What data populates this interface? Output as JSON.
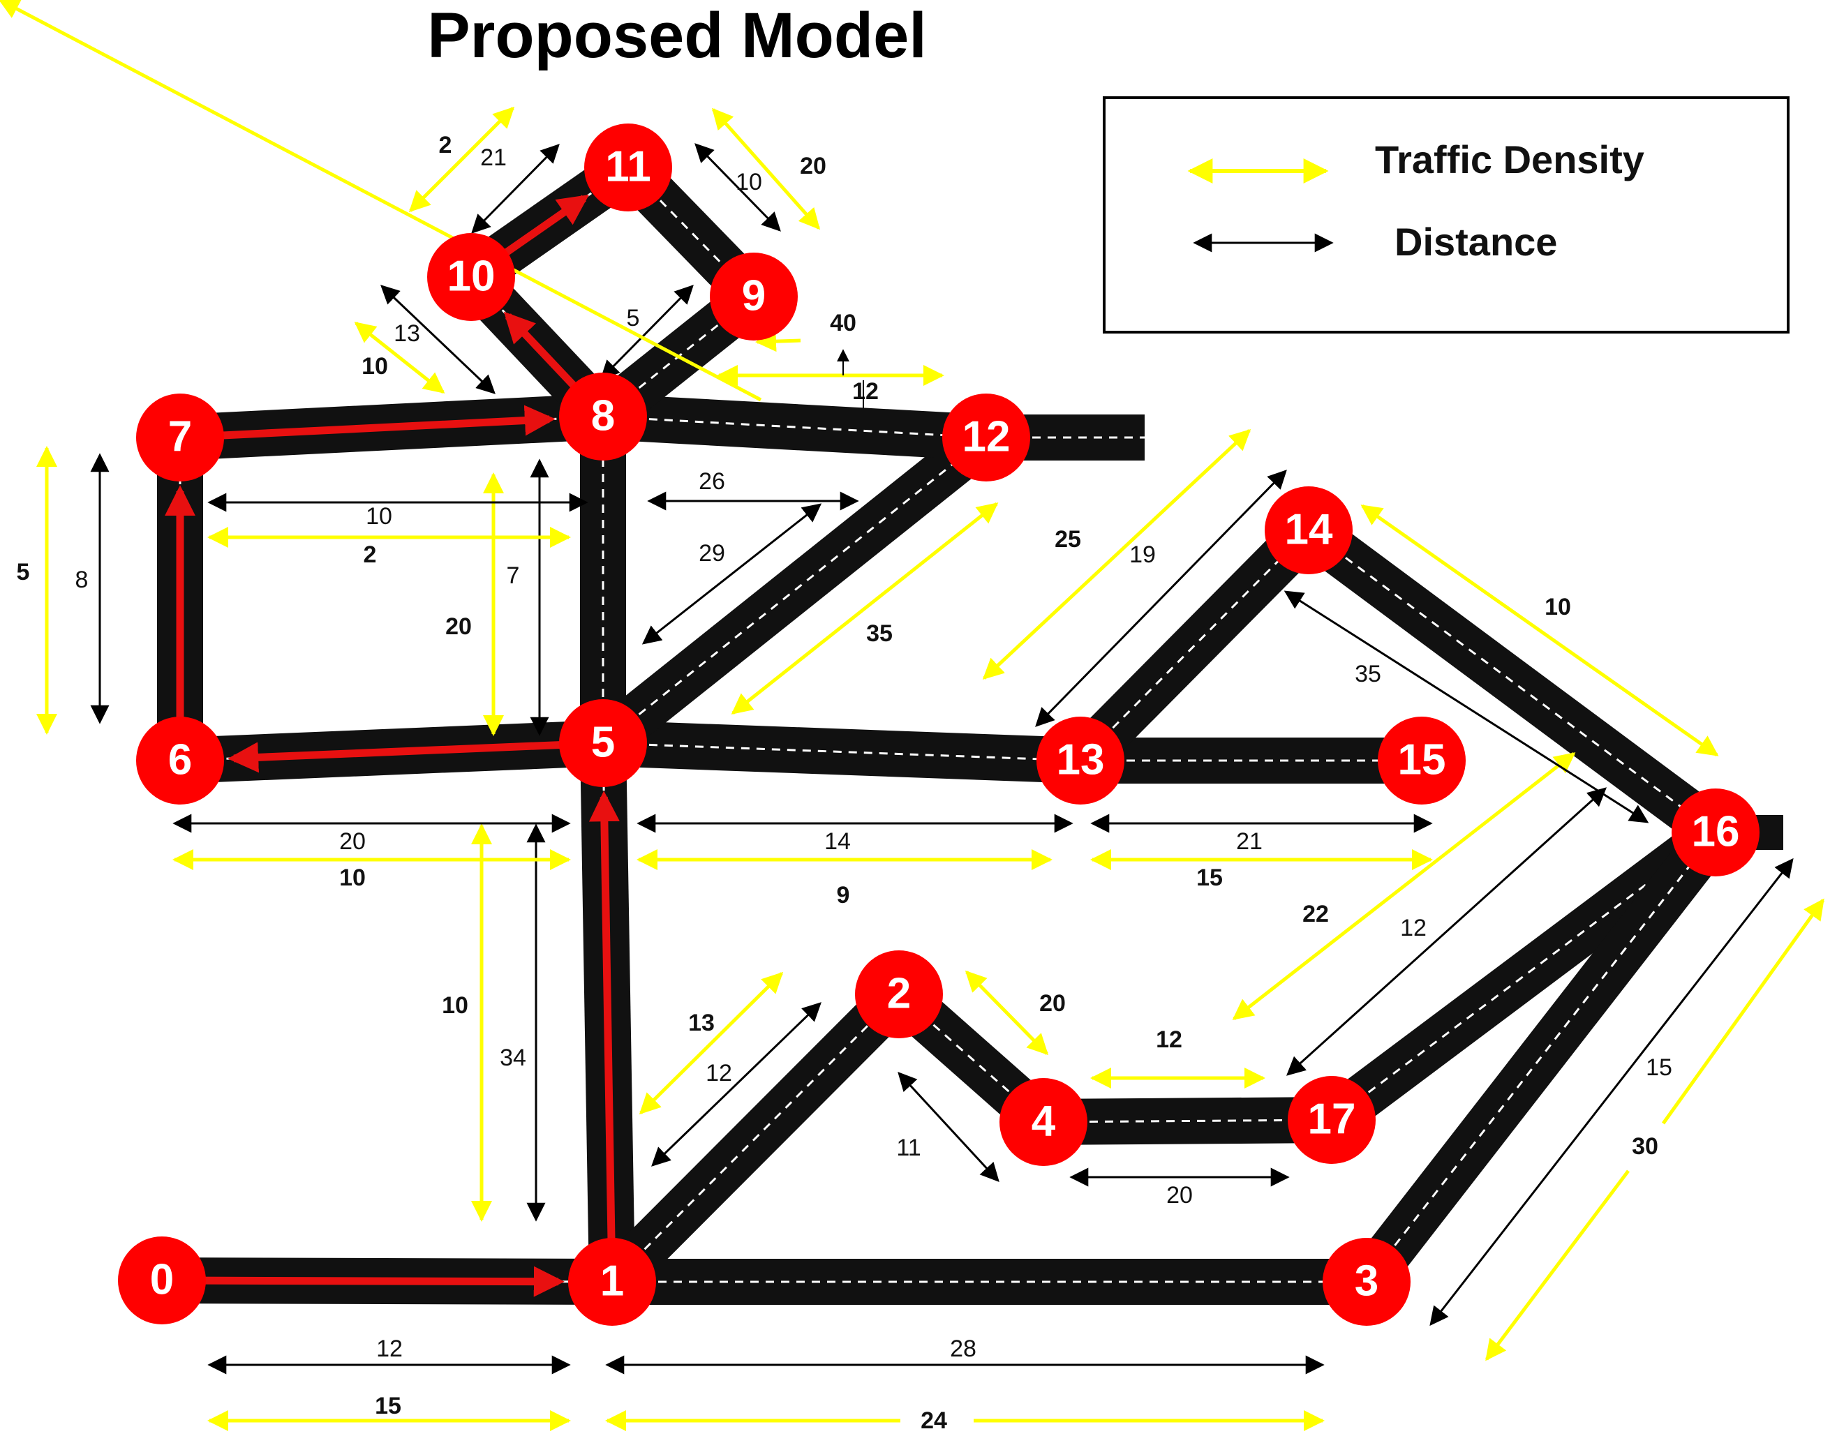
{
  "title": "Proposed Model",
  "legend": {
    "density_label": "Traffic Density",
    "distance_label": "Distance"
  },
  "colors": {
    "node": "#ff0000",
    "road": "#111111",
    "lane": "#ffffff",
    "route": "#e81010",
    "density": "#ffff00",
    "distance": "#000000"
  },
  "nodes": [
    {
      "id": "0",
      "label": "0"
    },
    {
      "id": "1",
      "label": "1"
    },
    {
      "id": "2",
      "label": "2"
    },
    {
      "id": "3",
      "label": "3"
    },
    {
      "id": "4",
      "label": "4"
    },
    {
      "id": "5",
      "label": "5"
    },
    {
      "id": "6",
      "label": "6"
    },
    {
      "id": "7",
      "label": "7"
    },
    {
      "id": "8",
      "label": "8"
    },
    {
      "id": "9",
      "label": "9"
    },
    {
      "id": "10",
      "label": "10"
    },
    {
      "id": "11",
      "label": "11"
    },
    {
      "id": "12",
      "label": "12"
    },
    {
      "id": "13",
      "label": "13"
    },
    {
      "id": "14",
      "label": "14"
    },
    {
      "id": "15",
      "label": "15"
    },
    {
      "id": "16",
      "label": "16"
    },
    {
      "id": "17",
      "label": "17"
    }
  ],
  "roads": [
    {
      "from": "0",
      "to": "1",
      "distance": "12",
      "density": "15"
    },
    {
      "from": "1",
      "to": "3",
      "distance": "28",
      "density": "24"
    },
    {
      "from": "1",
      "to": "5",
      "distance": "34",
      "density": "10"
    },
    {
      "from": "1",
      "to": "2",
      "distance": "12",
      "density": "13"
    },
    {
      "from": "2",
      "to": "4",
      "distance": "11",
      "density": "20"
    },
    {
      "from": "4",
      "to": "17",
      "distance": "20",
      "density": "12"
    },
    {
      "from": "17",
      "to": "16",
      "distance": "12",
      "density": "22"
    },
    {
      "from": "3",
      "to": "16",
      "distance": "15",
      "density": "30"
    },
    {
      "from": "5",
      "to": "6",
      "distance": "20",
      "density": "10"
    },
    {
      "from": "5",
      "to": "13",
      "distance": "14",
      "density": "9"
    },
    {
      "from": "13",
      "to": "15",
      "distance": "21",
      "density": "15"
    },
    {
      "from": "13",
      "to": "14",
      "distance": "19",
      "density": "25"
    },
    {
      "from": "14",
      "to": "16",
      "distance": "35",
      "density": "10"
    },
    {
      "from": "5",
      "to": "12",
      "distance": "29",
      "density": "35"
    },
    {
      "from": "5",
      "to": "8",
      "distance": "7",
      "density": "20"
    },
    {
      "from": "6",
      "to": "7",
      "distance": "8",
      "density": "5"
    },
    {
      "from": "7",
      "to": "8",
      "distance": "10",
      "density": "2"
    },
    {
      "from": "8",
      "to": "12",
      "distance": "26",
      "density": "12"
    },
    {
      "from": "8",
      "to": "10",
      "distance": "13",
      "density": "10"
    },
    {
      "from": "10",
      "to": "11",
      "distance": "21",
      "density": "2"
    },
    {
      "from": "11",
      "to": "9",
      "distance": "10",
      "density": "20"
    },
    {
      "from": "9",
      "to": "8",
      "distance": "5",
      "density": "40"
    }
  ],
  "route": [
    "0",
    "1",
    "5",
    "6",
    "7",
    "8",
    "10",
    "11"
  ]
}
